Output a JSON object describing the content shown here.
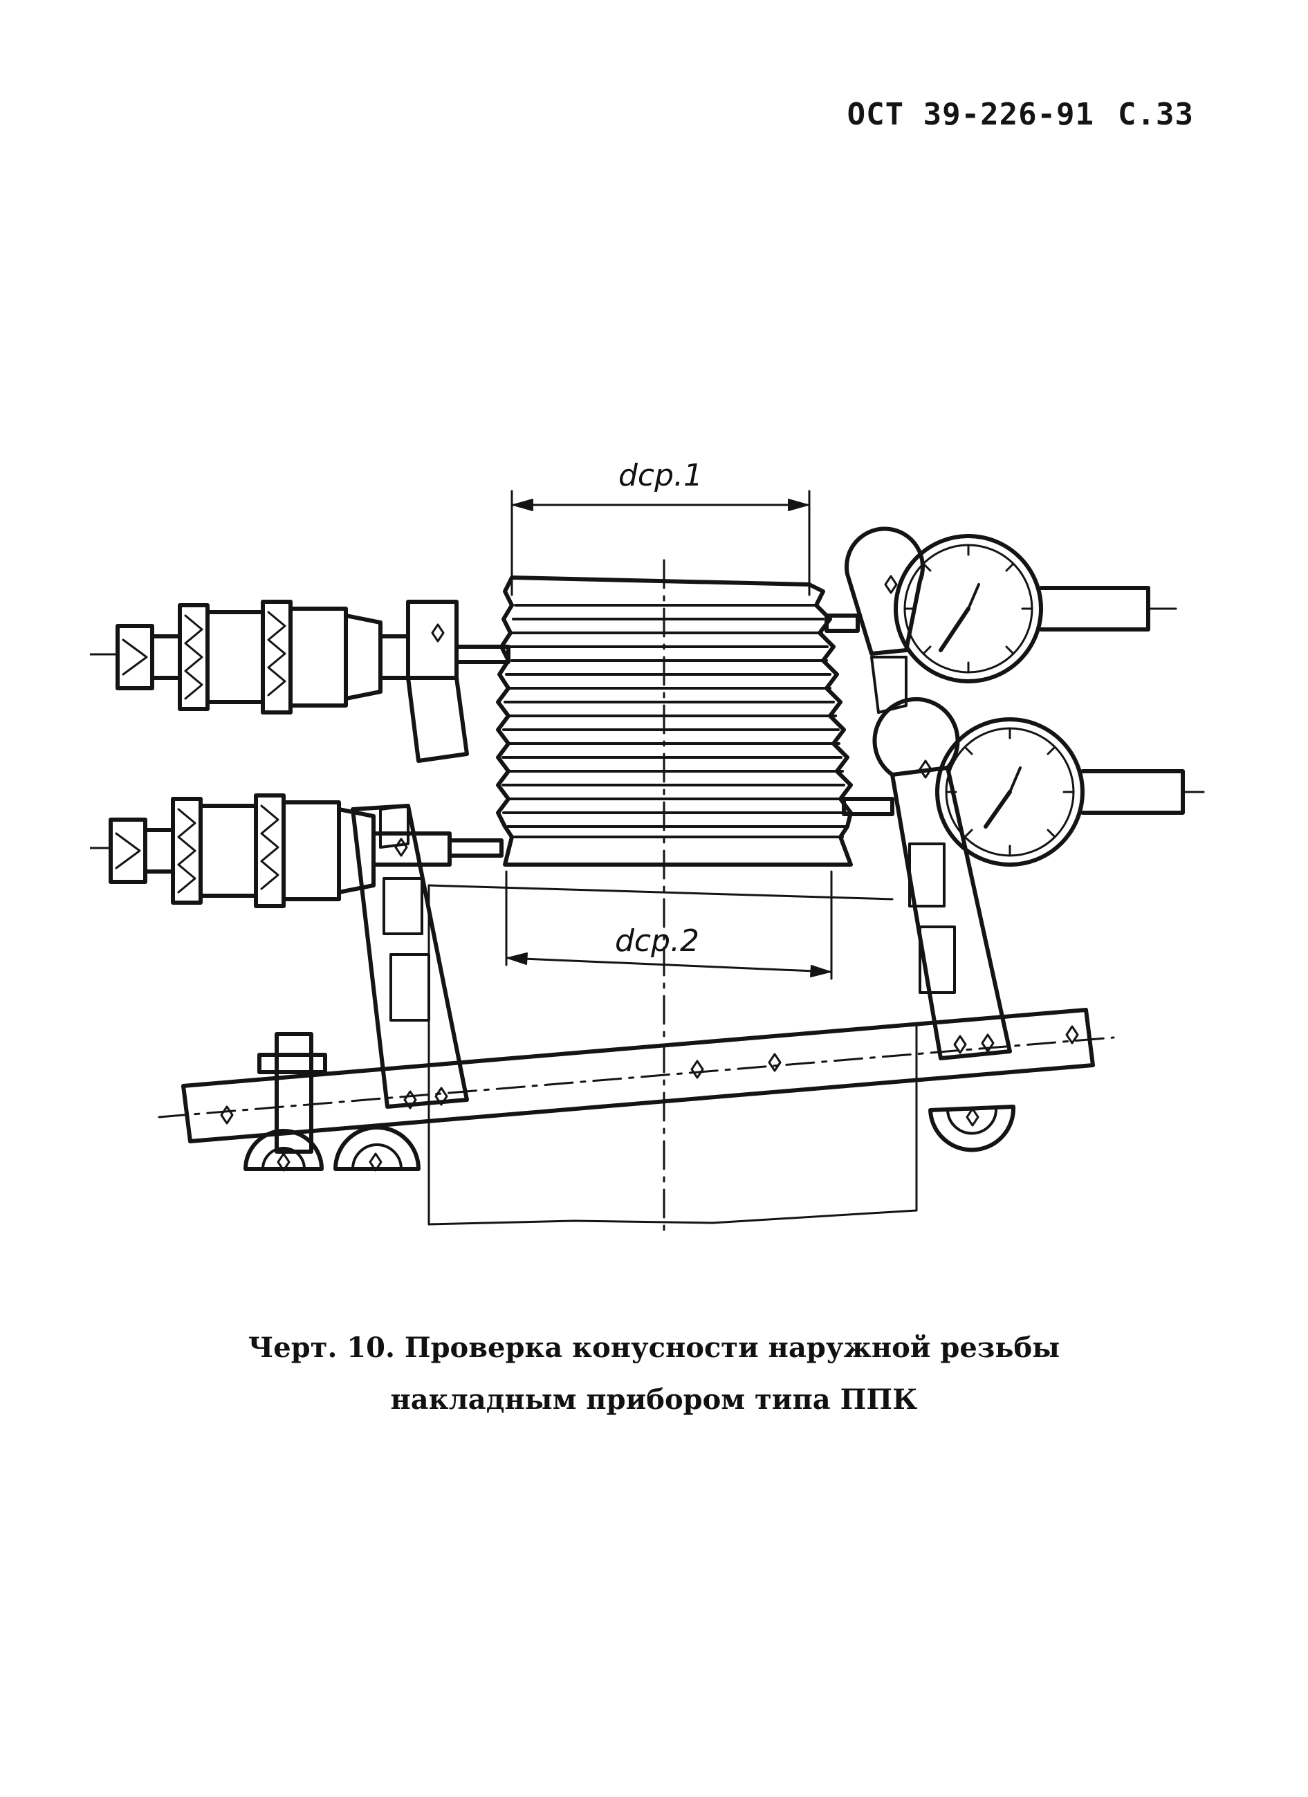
{
  "header": {
    "document_code": "ОСТ 39-226-91",
    "page_label": "С.33"
  },
  "figure": {
    "dimension_top": "dср.1",
    "dimension_bottom": "dср.2"
  },
  "caption": {
    "line1": "Черт. 10. Проверка конусности наружной резьбы",
    "line2": "накладным прибором типа ППК"
  }
}
